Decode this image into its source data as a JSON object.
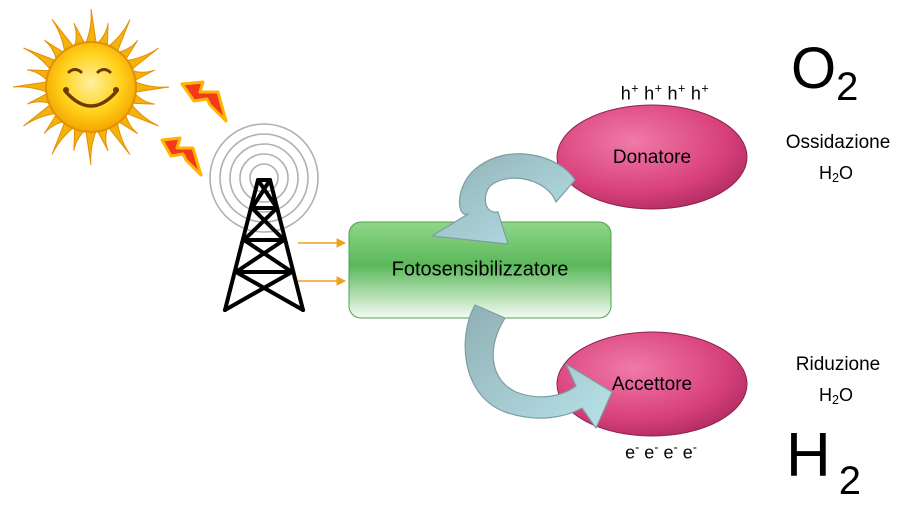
{
  "photosensitizer": {
    "label": "Fotosensibilizzatore"
  },
  "donor": {
    "label": "Donatore",
    "charge_base": "h",
    "charge_sign": "+",
    "charge_count": 4
  },
  "acceptor": {
    "label": "Accettore",
    "charge_base": "e",
    "charge_sign": "-",
    "charge_count": 4
  },
  "oxidation": {
    "label": "Ossidazione",
    "water_main": "H",
    "water_sub": "2",
    "water_end": "O",
    "product_main": "O",
    "product_sub": "2"
  },
  "reduction": {
    "label": "Riduzione",
    "water_main": "H",
    "water_sub": "2",
    "water_end": "O",
    "product_main": "H",
    "product_sub": "2"
  },
  "colors": {
    "donor_fill": "#d8407a",
    "box_fill": "#7dd07d",
    "arrow_fill": "#a6d4dc",
    "sun": "#f7c21a",
    "bolt": "#e8201e",
    "light_arrow": "#f0a020"
  }
}
